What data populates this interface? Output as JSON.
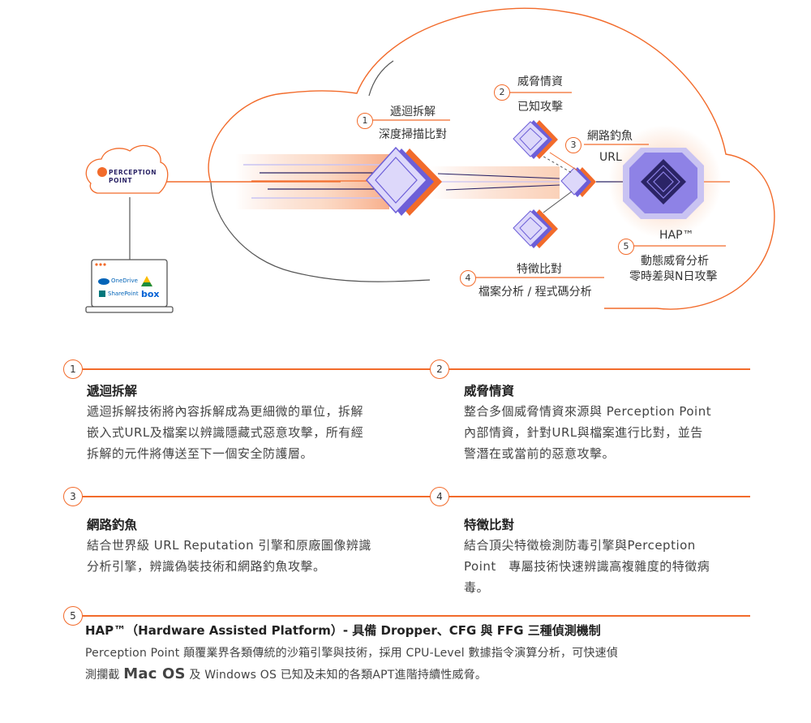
{
  "diagram": {
    "brand_line1": "PERCEPTION",
    "brand_line2": "POINT",
    "apps": [
      "OneDrive",
      "SharePoint",
      "box"
    ],
    "nodes": [
      {
        "num": "1",
        "line1": "遞迴拆解",
        "line2": "深度掃描比對"
      },
      {
        "num": "2",
        "line1": "威脅情資",
        "line2": "已知攻擊"
      },
      {
        "num": "3",
        "line1": "網路釣魚",
        "line2": "URL"
      },
      {
        "num": "4",
        "line1": "特徵比對",
        "line2": "檔案分析 / 程式碼分析"
      },
      {
        "num": "5",
        "line1": "HAP™",
        "line2": "動態威脅分析",
        "line3": "零時差與N日攻擊"
      }
    ]
  },
  "sections": [
    {
      "num": "1",
      "title": "遞迴拆解",
      "lines": [
        "遞迴拆解技術將內容拆解成為更細微的單位，拆解",
        "嵌入式URL及檔案以辨識隱藏式惡意攻擊，所有經",
        "拆解的元件將傳送至下一個安全防護層。"
      ]
    },
    {
      "num": "2",
      "title": "威脅情資",
      "lines": [
        "整合多個威脅情資來源與 Perception Point",
        "內部情資，針對URL與檔案進行比對，並告",
        "警潛在或當前的惡意攻擊。"
      ]
    },
    {
      "num": "3",
      "title": "網路釣魚",
      "lines": [
        "結合世界級 URL Reputation 引擎和原廠圖像辨識",
        "分析引擎，辨識偽裝技術和網路釣魚攻擊。"
      ]
    },
    {
      "num": "4",
      "title": "特徵比對",
      "lines": [
        "結合頂尖特徵檢測防毒引擎與Perception",
        "Point　專屬技術快速辨識高複雜度的特徵病",
        "毒。"
      ]
    },
    {
      "num": "5",
      "title": "HAP™（Hardware Assisted Platform）- 具備 Dropper、CFG 與 FFG 三種偵測機制",
      "line1": "Perception Point 顛覆業界各類傳統的沙箱引擎與技術，採用 CPU-Level 數據指令演算分析，可快速偵",
      "line2_a": "測攔截 ",
      "line2_b": "Mac OS",
      "line2_c": " 及 Windows OS 已知及未知的各類APT進階持續性威脅。"
    }
  ],
  "colors": {
    "accent": "#f26b2b",
    "purple": "#6d5fd8",
    "lavender": "#c9c3f2",
    "navy": "#2b2466"
  }
}
